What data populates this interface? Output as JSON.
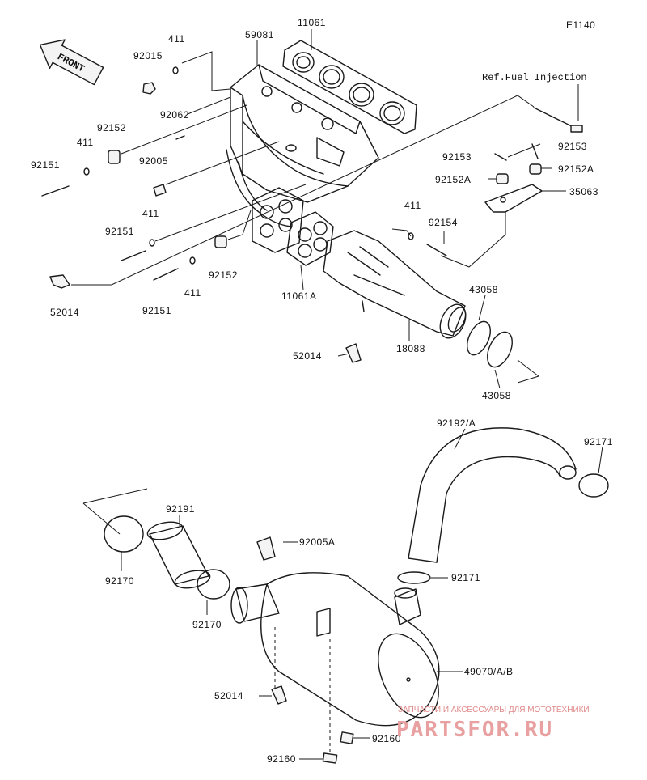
{
  "diagram_code": "E1140",
  "front_label": "FRONT",
  "ref_label": "Ref.Fuel Injection",
  "labels": {
    "p11061": "11061",
    "p59081": "59081",
    "p411_top": "411",
    "p92015": "92015",
    "p92062": "92062",
    "p92152_left": "92152",
    "p411_left": "411",
    "p92151_left": "92151",
    "p92005": "92005",
    "p411_mid": "411",
    "p92151_mid": "92151",
    "p52014_left": "52014",
    "p92151_bottom": "92151",
    "p411_bottom": "411",
    "p92152_mid": "92152",
    "p11061A": "11061A",
    "p411_right": "411",
    "p92154": "92154",
    "p92153_a": "92153",
    "p92153_b": "92153",
    "p92152A_a": "92152A",
    "p92152A_b": "92152A",
    "p35063": "35063",
    "p43058_a": "43058",
    "p43058_b": "43058",
    "p18088": "18088",
    "p52014_mid": "52014",
    "p92192A": "92192/A",
    "p92171_top": "92171",
    "p92191": "92191",
    "p92005A": "92005A",
    "p92170_left": "92170",
    "p92170_mid": "92170",
    "p92171_mid": "92171",
    "p49070": "49070/A/B",
    "p52014_bottom": "52014",
    "p92160_a": "92160",
    "p92160_b": "92160"
  },
  "watermark": {
    "tagline": "ЗАПЧАСТИ И АКСЕССУАРЫ ДЛЯ МОТОТЕХНИКИ",
    "brand": "PARTSFOR.RU"
  }
}
